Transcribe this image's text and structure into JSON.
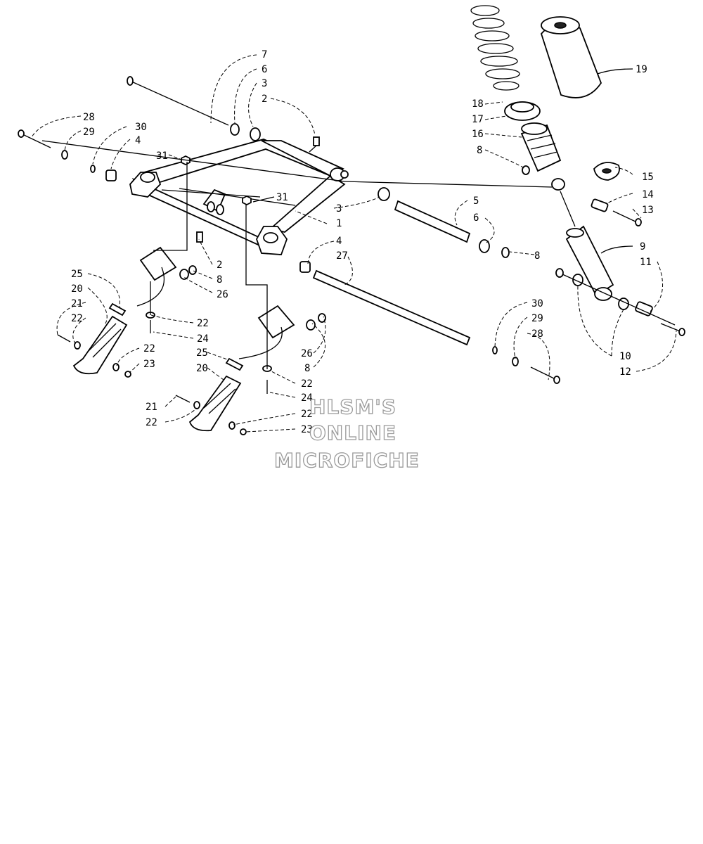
{
  "colors": {
    "ink": "#000000",
    "paper": "#ffffff",
    "watermark_outline": "#9a9a9a"
  },
  "watermark": {
    "line1": "HLSM'S",
    "line2": "ONLINE",
    "line3": "MICROFICHE"
  },
  "labels": {
    "l1": "1",
    "l2a": "2",
    "l2b": "2",
    "l3a": "3",
    "l3b": "3",
    "l4a": "4",
    "l4b": "4",
    "l5": "5",
    "l6a": "6",
    "l6b": "6",
    "l7": "7",
    "l8a": "8",
    "l8b": "8",
    "l8c": "8",
    "l8d": "8",
    "l9": "9",
    "l10": "10",
    "l11": "11",
    "l12": "12",
    "l13": "13",
    "l14": "14",
    "l15": "15",
    "l16": "16",
    "l17": "17",
    "l18": "18",
    "l19": "19",
    "l20a": "20",
    "l20b": "20",
    "l21a": "21",
    "l21b": "21",
    "l22a": "22",
    "l22b": "22",
    "l22c": "22",
    "l22d": "22",
    "l22e": "22",
    "l22f": "22",
    "l23a": "23",
    "l23b": "23",
    "l24a": "24",
    "l24b": "24",
    "l25a": "25",
    "l25b": "25",
    "l26a": "26",
    "l26b": "26",
    "l27": "27",
    "l28a": "28",
    "l28b": "28",
    "l29a": "29",
    "l29b": "29",
    "l30a": "30",
    "l30b": "30",
    "l31a": "31",
    "l31b": "31"
  }
}
